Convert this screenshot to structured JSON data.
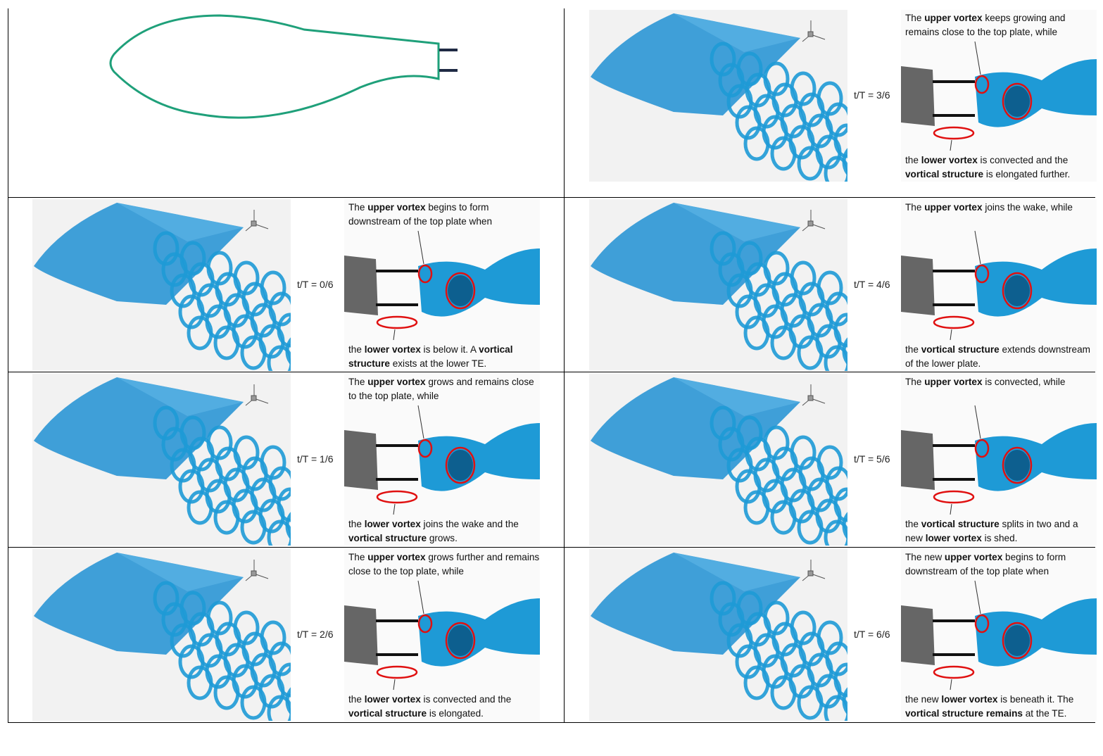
{
  "colors": {
    "airfoil": "#1fa07a",
    "plate": "#1f2a44",
    "vortex": "#1e9ad6",
    "marker": "#e01010",
    "grid": "#000000"
  },
  "panels": [
    {
      "label": "t/T = 0/6",
      "top": [
        {
          "t": "The "
        },
        {
          "t": "upper vortex",
          "b": true
        },
        {
          "t": " begins to form downstream of the top plate when"
        }
      ],
      "bottom": [
        {
          "t": "the "
        },
        {
          "t": "lower vortex",
          "b": true
        },
        {
          "t": " is below it. A "
        },
        {
          "t": "vortical structure",
          "b": true
        },
        {
          "t": " exists at the lower TE."
        }
      ]
    },
    {
      "label": "t/T = 1/6",
      "top": [
        {
          "t": "The "
        },
        {
          "t": "upper vortex",
          "b": true
        },
        {
          "t": " grows and remains close to the top plate, while"
        }
      ],
      "bottom": [
        {
          "t": "the "
        },
        {
          "t": "lower vortex",
          "b": true
        },
        {
          "t": " joins the wake and the "
        },
        {
          "t": "vortical structure",
          "b": true
        },
        {
          "t": " grows."
        }
      ]
    },
    {
      "label": "t/T = 2/6",
      "top": [
        {
          "t": "The "
        },
        {
          "t": "upper vortex",
          "b": true
        },
        {
          "t": " grows further and remains close to the top plate, while"
        }
      ],
      "bottom": [
        {
          "t": "the "
        },
        {
          "t": "lower vortex",
          "b": true
        },
        {
          "t": " is convected and the "
        },
        {
          "t": "vortical structure",
          "b": true
        },
        {
          "t": " is elongated."
        }
      ]
    },
    {
      "label": "t/T = 3/6",
      "top": [
        {
          "t": "The "
        },
        {
          "t": "upper vortex",
          "b": true
        },
        {
          "t": " keeps growing and remains close to the top plate, while"
        }
      ],
      "bottom": [
        {
          "t": "the "
        },
        {
          "t": "lower vortex",
          "b": true
        },
        {
          "t": " is convected and the "
        },
        {
          "t": "vortical structure",
          "b": true
        },
        {
          "t": " is elongated further."
        }
      ]
    },
    {
      "label": "t/T = 4/6",
      "top": [
        {
          "t": "The "
        },
        {
          "t": "upper vortex",
          "b": true
        },
        {
          "t": " joins the wake, while"
        }
      ],
      "bottom": [
        {
          "t": "the "
        },
        {
          "t": "vortical structure",
          "b": true
        },
        {
          "t": " extends downstream of the lower plate."
        }
      ]
    },
    {
      "label": "t/T = 5/6",
      "top": [
        {
          "t": "The "
        },
        {
          "t": "upper vortex",
          "b": true
        },
        {
          "t": " is convected, while"
        }
      ],
      "bottom": [
        {
          "t": "the "
        },
        {
          "t": "vortical structure",
          "b": true
        },
        {
          "t": " splits in two and a new "
        },
        {
          "t": "lower vortex",
          "b": true
        },
        {
          "t": " is shed."
        }
      ]
    },
    {
      "label": "t/T = 6/6",
      "top": [
        {
          "t": "The new "
        },
        {
          "t": "upper vortex",
          "b": true
        },
        {
          "t": " begins to form downstream of the top plate when"
        }
      ],
      "bottom": [
        {
          "t": "the new "
        },
        {
          "t": "lower vortex",
          "b": true
        },
        {
          "t": " is beneath it. The "
        },
        {
          "t": "vortical structure remains",
          "b": true
        },
        {
          "t": " at the TE."
        }
      ]
    }
  ]
}
